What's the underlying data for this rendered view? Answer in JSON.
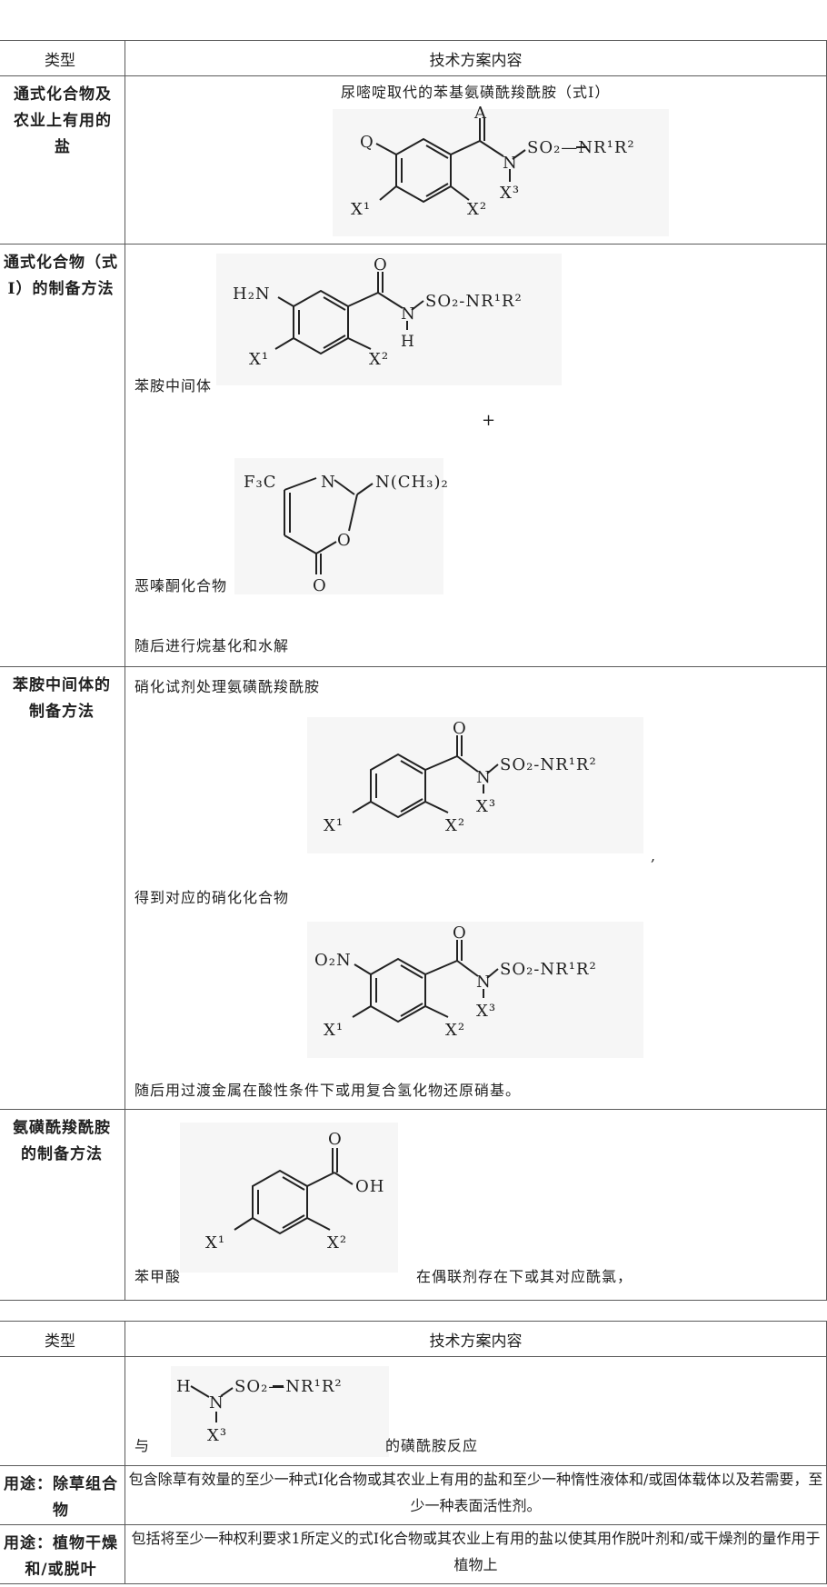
{
  "table1": {
    "header": {
      "type": "类型",
      "content": "技术方案内容"
    },
    "rows": [
      {
        "type": "通式化合物及农业上有用的盐",
        "caption": "尿嘧啶取代的苯基氨磺酰羧酰胺（式I）",
        "structure": {
          "Q": "Q",
          "A": "A",
          "N": "N",
          "SO2NR": "SO₂—NR¹R²",
          "X1": "X¹",
          "X2": "X²",
          "X3": "X³"
        }
      },
      {
        "type": "通式化合物（式I）的制备方法",
        "aniline_label": "苯胺中间体",
        "plus": "+",
        "oxazinone_label": "恶嗪酮化合物",
        "followup": "随后进行烷基化和水解",
        "aniline_struct": {
          "H2N": "H₂N",
          "O": "O",
          "N": "N",
          "H": "H",
          "SO2NR": "SO₂-NR¹R²",
          "X1": "X¹",
          "X2": "X²"
        },
        "oxazinone_struct": {
          "F3C": "F₃C",
          "N": "N",
          "NMe2": "N(CH₃)₂",
          "O_ring": "O",
          "O_carbonyl": "O"
        }
      },
      {
        "type": "苯胺中间体的制备方法",
        "step1": "硝化试剂处理氨磺酰羧酰胺",
        "comma": ",",
        "step2": "得到对应的硝化化合物",
        "step3": "随后用过渡金属在酸性条件下或用复合氢化物还原硝基。",
        "struct1": {
          "O": "O",
          "N": "N",
          "SO2NR": "SO₂-NR¹R²",
          "X1": "X¹",
          "X2": "X²",
          "X3": "X³"
        },
        "struct2": {
          "O2N": "O₂N",
          "O": "O",
          "N": "N",
          "SO2NR": "SO₂-NR¹R²",
          "X1": "X¹",
          "X2": "X²",
          "X3": "X³"
        }
      },
      {
        "type": "氨磺酰羧酰胺的制备方法",
        "label": "苯甲酸",
        "tail": "在偶联剂存在下或其对应酰氯，",
        "struct": {
          "O": "O",
          "OH": "OH",
          "X1": "X¹",
          "X2": "X²"
        }
      }
    ]
  },
  "table2": {
    "header": {
      "type": "类型",
      "content": "技术方案内容"
    },
    "rows": [
      {
        "type": "",
        "prefix": "与",
        "suffix": "的磺酰胺反应",
        "struct": {
          "H": "H",
          "N": "N",
          "SO2NR": "SO₂—NR¹R²",
          "X3": "X³"
        }
      },
      {
        "type": "用途：除草组合物",
        "content": "包含除草有效量的至少一种式I化合物或其农业上有用的盐和至少一种惰性液体和/或固体载体以及若需要，至少一种表面活性剂。"
      },
      {
        "type": "用途：植物干燥和/或脱叶",
        "content": "包括将至少一种权利要求1所定义的式I化合物或其农业上有用的盐以使其用作脱叶剂和/或干燥剂的量作用于植物上"
      }
    ]
  }
}
